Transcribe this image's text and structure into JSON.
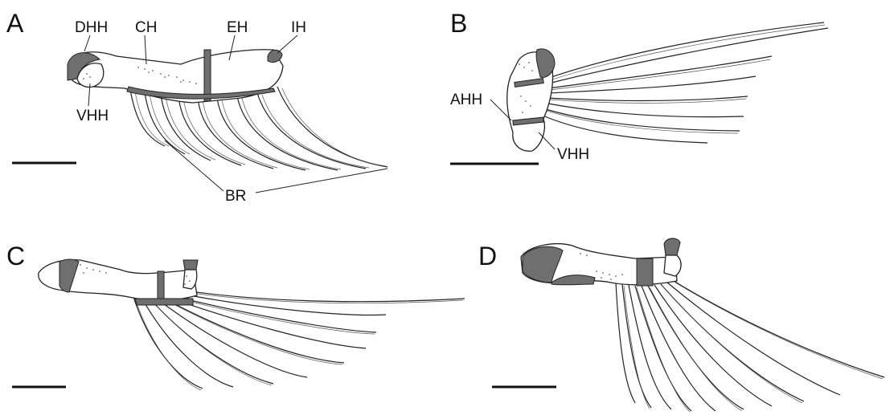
{
  "panels": [
    {
      "letter": "A"
    },
    {
      "letter": "B"
    },
    {
      "letter": "C"
    },
    {
      "letter": "D"
    }
  ],
  "labels": {
    "dhh": "DHH",
    "ch": "CH",
    "eh": "EH",
    "ih": "IH",
    "vhh_a": "VHH",
    "br": "BR",
    "ahh": "AHH",
    "vhh_b": "VHH"
  },
  "colors": {
    "cartilage": "#6f6f6f",
    "bone": "#ffffff",
    "ink": "#222222"
  }
}
